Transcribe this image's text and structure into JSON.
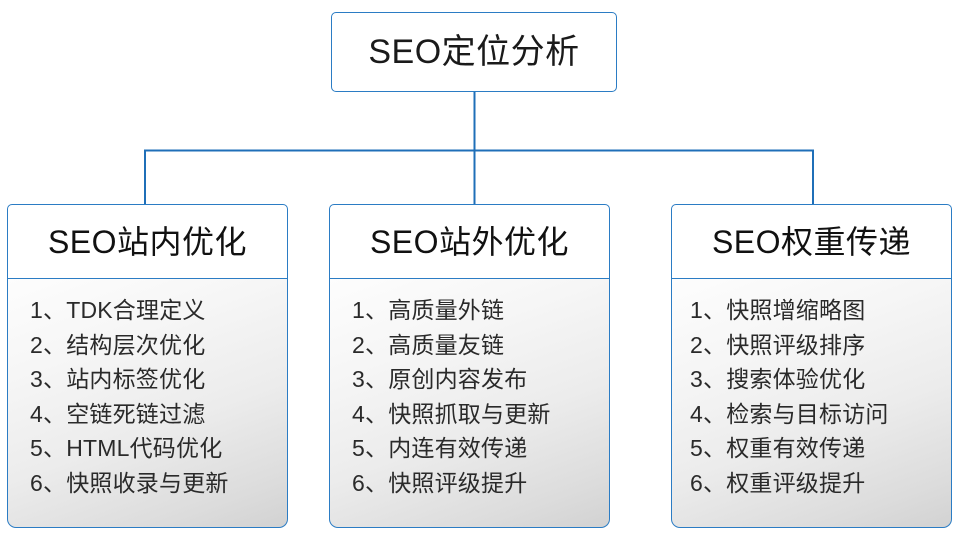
{
  "diagram": {
    "type": "org-tree",
    "root": {
      "label": "SEO定位分析"
    },
    "accent_color": "#2b7cc4",
    "connector_color": "#1f6fb8",
    "branches": [
      {
        "id": "on-site",
        "header": "SEO站内优化",
        "items": [
          "1、TDK合理定义",
          "2、结构层次优化",
          "3、站内标签优化",
          "4、空链死链过滤",
          "5、HTML代码优化",
          "6、快照收录与更新"
        ]
      },
      {
        "id": "off-site",
        "header": "SEO站外优化",
        "items": [
          "1、高质量外链",
          "2、高质量友链",
          "3、原创内容发布",
          "4、快照抓取与更新",
          "5、内连有效传递",
          "6、快照评级提升"
        ]
      },
      {
        "id": "weight-transfer",
        "header": "SEO权重传递",
        "items": [
          "1、快照增缩略图",
          "2、快照评级排序",
          "3、搜索体验优化",
          "4、检索与目标访问",
          "5、权重有效传递",
          "6、权重评级提升"
        ]
      }
    ]
  }
}
